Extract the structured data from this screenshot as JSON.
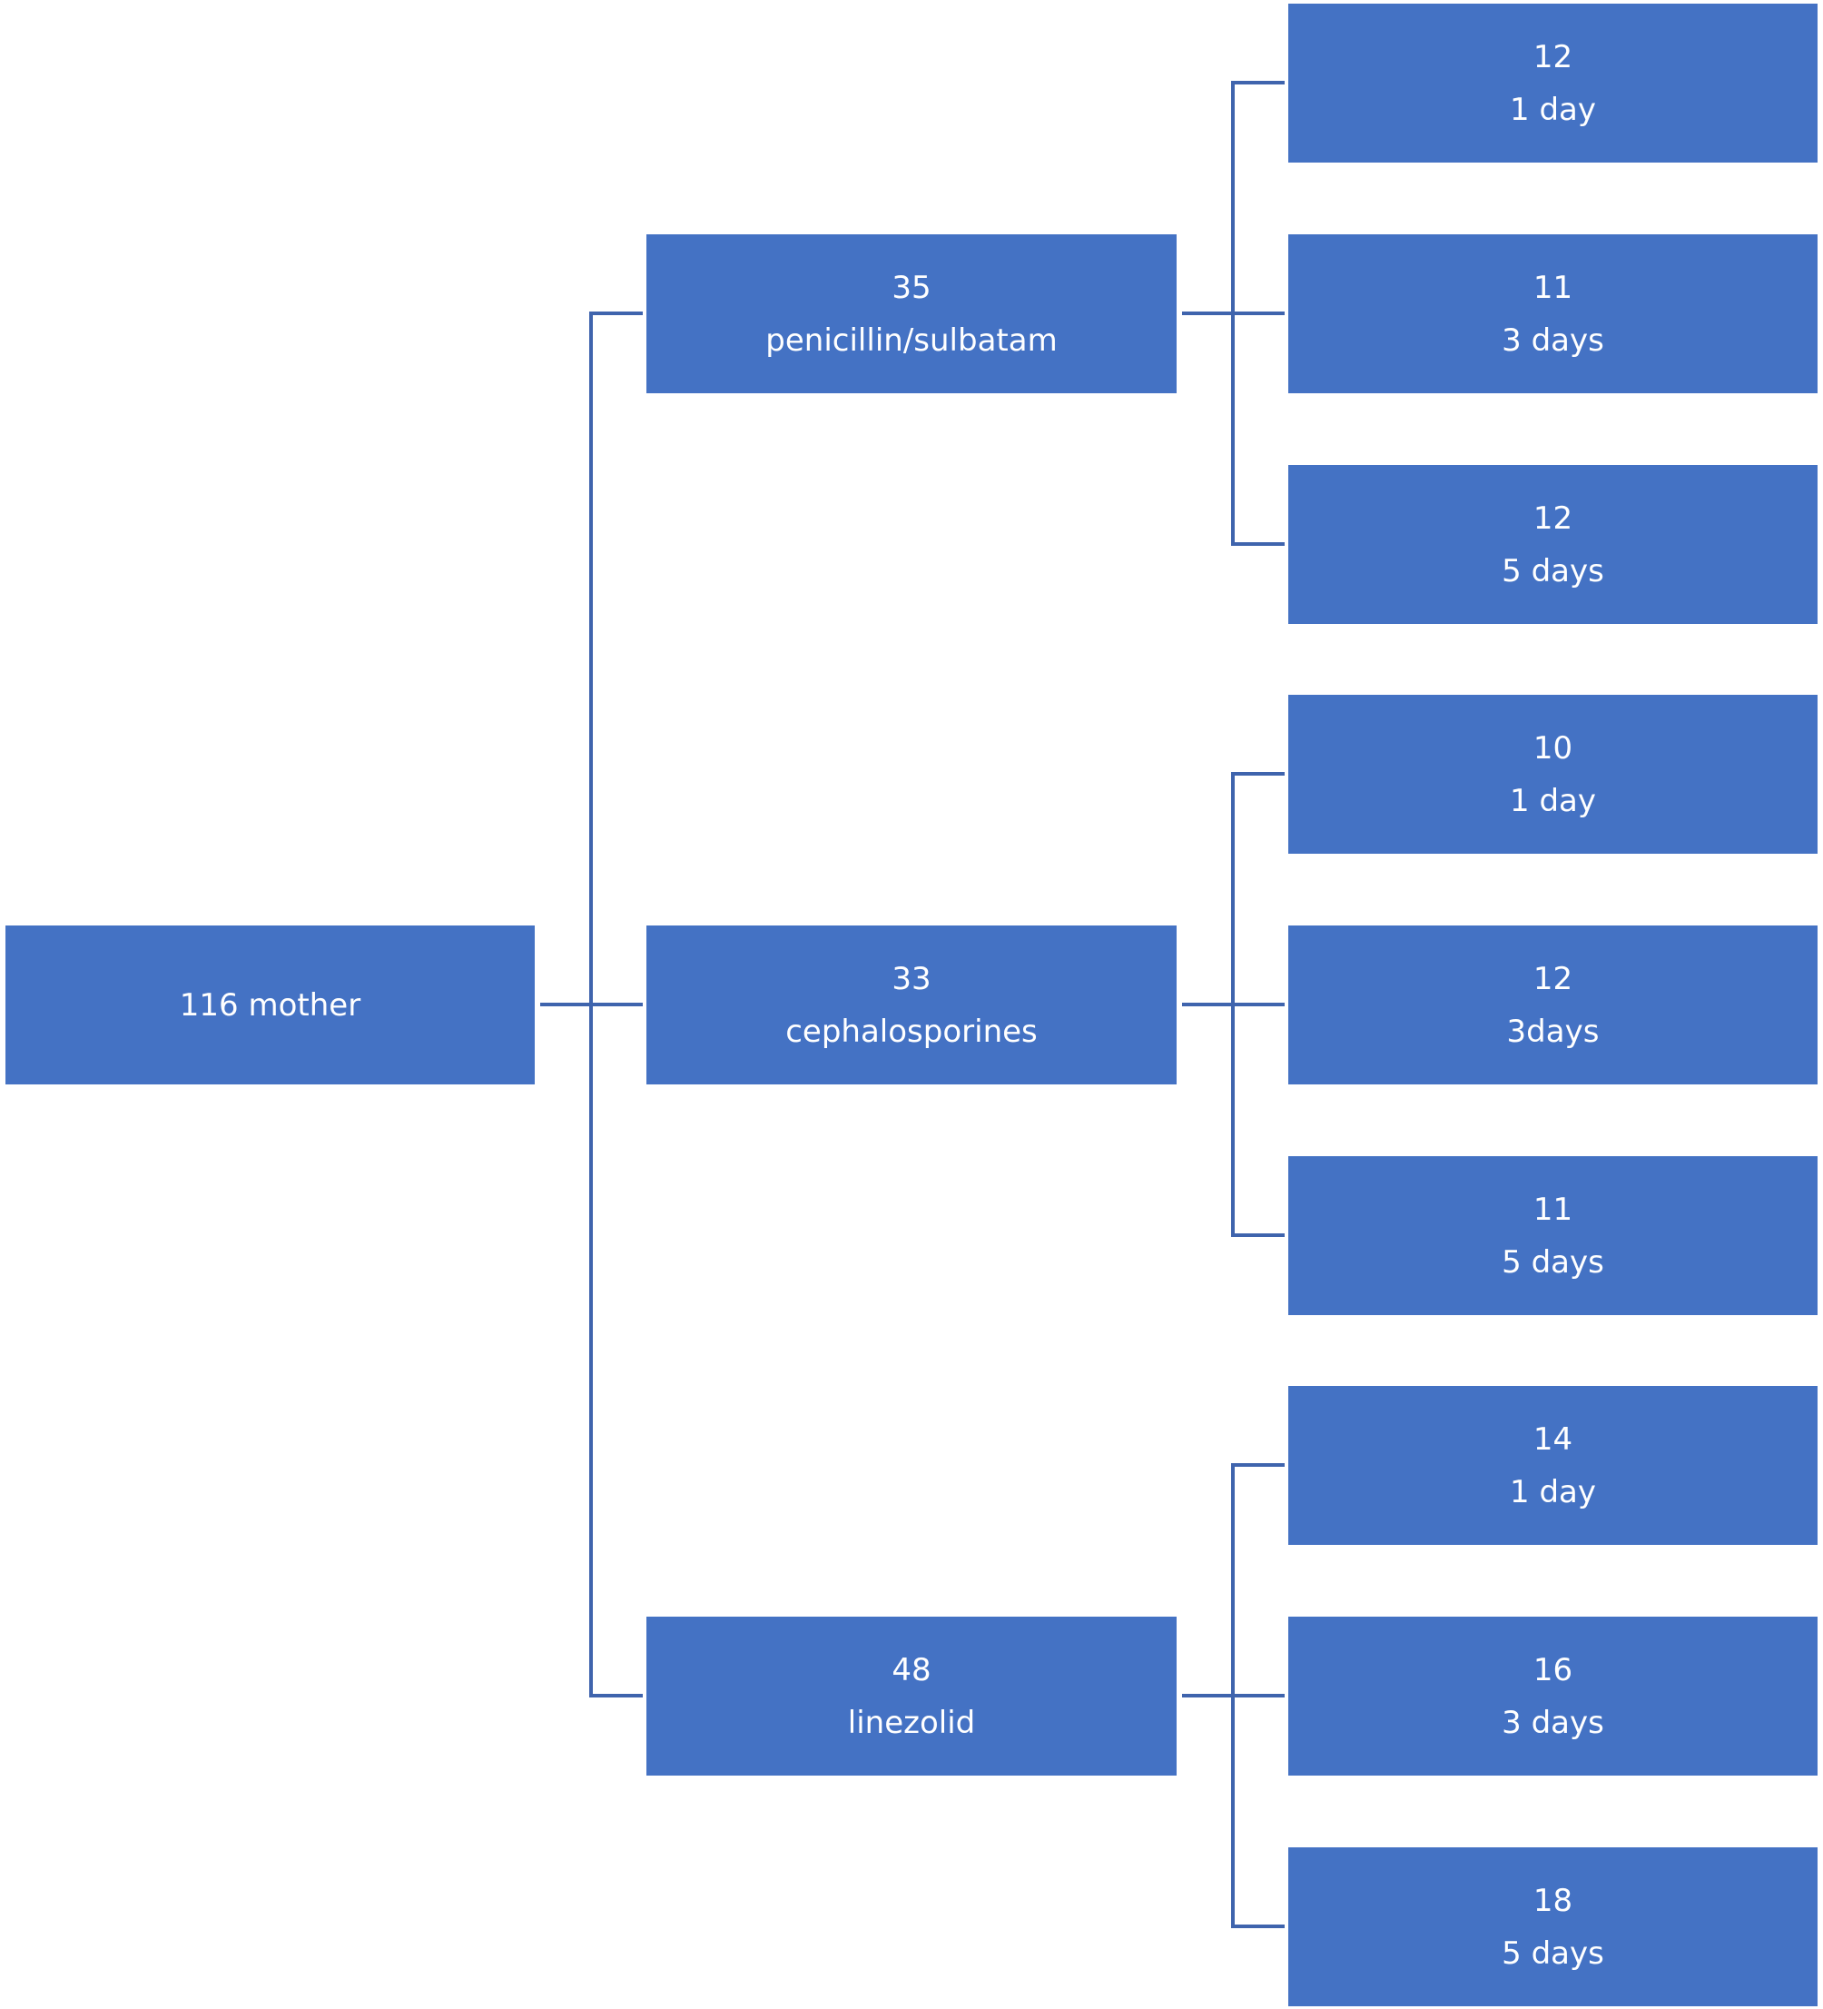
{
  "diagram": {
    "root": {
      "line1": "116 mother"
    },
    "groups": [
      {
        "count": "35",
        "label": "penicillin/sulbatam",
        "children": [
          {
            "count": "12",
            "duration": "1 day"
          },
          {
            "count": "11",
            "duration": "3 days"
          },
          {
            "count": "12",
            "duration": "5 days"
          }
        ]
      },
      {
        "count": "33",
        "label": "cephalosporines",
        "children": [
          {
            "count": "10",
            "duration": "1 day"
          },
          {
            "count": "12",
            "duration": "3days"
          },
          {
            "count": "11",
            "duration": "5 days"
          }
        ]
      },
      {
        "count": "48",
        "label": "linezolid",
        "children": [
          {
            "count": "14",
            "duration": "1 day"
          },
          {
            "count": "16",
            "duration": "3 days"
          },
          {
            "count": "18",
            "duration": "5 days"
          }
        ]
      }
    ]
  },
  "colors": {
    "box_fill": "#4472c4",
    "connector": "#3f64ad",
    "text": "#ffffff"
  }
}
